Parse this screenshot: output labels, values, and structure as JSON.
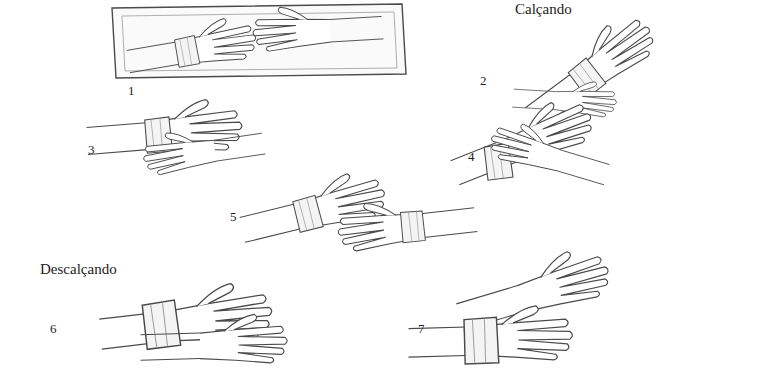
{
  "diagram": {
    "labels": [
      "Calçando",
      "1",
      "2",
      "3",
      "4",
      "5",
      "Descalçando",
      "6",
      "7"
    ]
  }
}
